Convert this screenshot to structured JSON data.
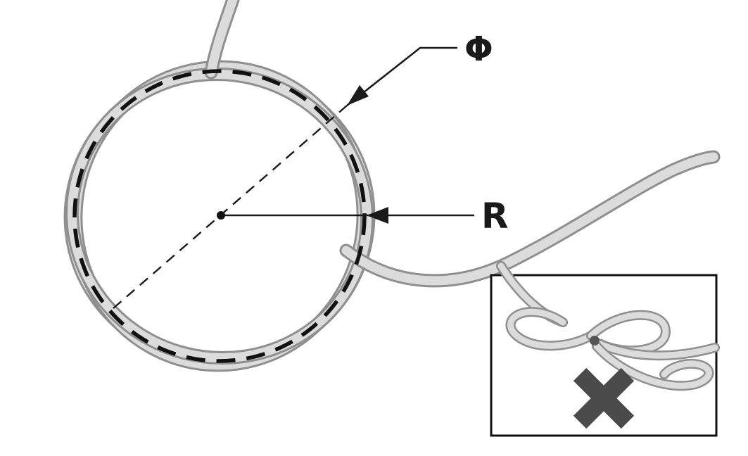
{
  "diagram": {
    "kind": "cable-coiling-instruction",
    "labels": {
      "diameter_symbol": "Φ",
      "radius_symbol": "R"
    },
    "colors": {
      "background": "#ffffff",
      "cable_fill": "#dcdcdc",
      "cable_outline": "#8f8f8f",
      "annotation_line": "#1a1a1a",
      "dashed_circle": "#111111",
      "inset_border": "#111111",
      "x_mark": "#4a4a4a"
    },
    "icons": {
      "x_mark_glyph": "✕"
    }
  }
}
